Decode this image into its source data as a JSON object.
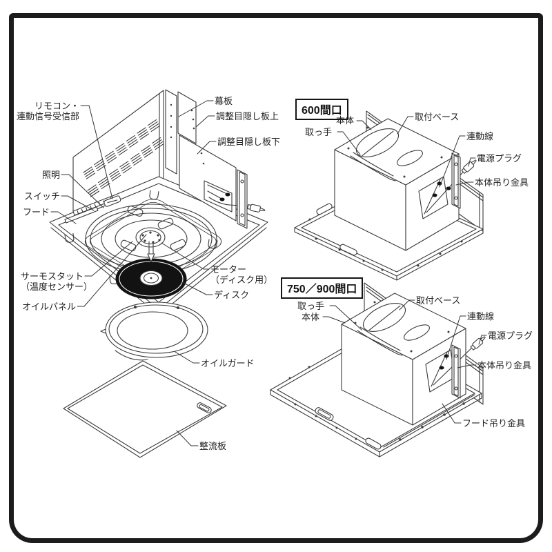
{
  "page": {
    "background": "#ffffff",
    "frame_color": "#1c1c1c",
    "ink_color": "#3a3a3a",
    "disc_fill": "#121212"
  },
  "figures": {
    "exploded": {
      "labels": {
        "remote": {
          "line1": "リモコン・",
          "line2": "連動信号受信部"
        },
        "makuita": "幕板",
        "adjust_upper": "調整目隠し板上",
        "adjust_lower": "調整目隠し板下",
        "light": "照明",
        "switch": "スイッチ",
        "hood": "フード",
        "thermostat": {
          "line1": "サーモスタット",
          "line2": "（温度センサー）"
        },
        "oil_panel": "オイルパネル",
        "motor": {
          "line1": "モーター",
          "line2": "（ディスク用）"
        },
        "disk": "ディスク",
        "oil_guard": "オイルガード",
        "baffle": "整流板"
      }
    },
    "w600": {
      "title": "600間口",
      "labels": {
        "body": "本体",
        "handle": "取っ手",
        "mount_base": "取付ベース",
        "interlock_wire": "連動線",
        "power_plug": "電源プラグ",
        "body_bracket": "本体吊り金具"
      }
    },
    "w750_900": {
      "title": "750／900間口",
      "labels": {
        "handle": "取っ手",
        "body": "本体",
        "mount_base": "取付ベース",
        "interlock_wire": "連動線",
        "power_plug": "電源プラグ",
        "body_bracket": "本体吊り金具",
        "hood_bracket": "フード吊り金具"
      }
    }
  }
}
